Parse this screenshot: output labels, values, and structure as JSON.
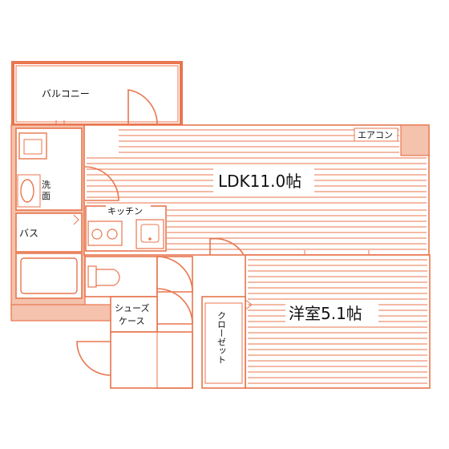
{
  "plan": {
    "colors": {
      "line": "#e8764e",
      "wall_fill": "#f4c2ad",
      "background": "#ffffff",
      "text": "#111111"
    },
    "rooms": {
      "balcony": "バルコニー",
      "aircon": "エアコン",
      "ldk": "LDK11.0帖",
      "washroom_1": "洗",
      "washroom_2": "面",
      "kitchen": "キッチン",
      "bath": "バス",
      "western": "洋室5.1帖",
      "shoe_1": "シューズ",
      "shoe_2": "ケース",
      "closet": "クローゼット"
    },
    "icons": [
      "sink-icon",
      "washbasin-icon",
      "stove-icon",
      "kitchen-sink-icon",
      "bathtub-icon",
      "toilet-icon"
    ]
  }
}
